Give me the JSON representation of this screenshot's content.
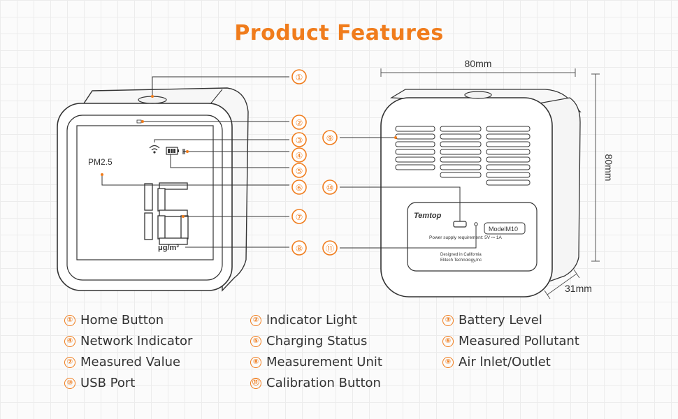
{
  "title": "Product Features",
  "colors": {
    "accent": "#f07c1c",
    "line": "#555555",
    "grid": "#ececec"
  },
  "device_front": {
    "pollutant_label": "PM2.5",
    "value": "16",
    "unit": "μg/m³"
  },
  "device_back": {
    "brand": "Temtop",
    "model": "ModelM10",
    "power_text": "Power supply requirement: 5V ⎓ 1A",
    "designed_line1": "Designed in California",
    "designed_line2": "Elitech Technology,Inc"
  },
  "dimensions": {
    "width": "80mm",
    "height": "80mm",
    "depth": "31mm"
  },
  "callouts_front": [
    "①",
    "②",
    "③",
    "④",
    "⑤",
    "⑥",
    "⑦",
    "⑧"
  ],
  "callouts_back": [
    "⑨",
    "⑩",
    "⑪"
  ],
  "legend": [
    {
      "num": "①",
      "label": "Home Button"
    },
    {
      "num": "②",
      "label": "lndicator Light"
    },
    {
      "num": "③",
      "label": "Battery Level"
    },
    {
      "num": "④",
      "label": "Network Indicator"
    },
    {
      "num": "⑤",
      "label": "Charging Status"
    },
    {
      "num": "⑥",
      "label": "Measured Pollutant"
    },
    {
      "num": "⑦",
      "label": "Measured Value"
    },
    {
      "num": "⑧",
      "label": "Measurement Unit"
    },
    {
      "num": "⑨",
      "label": "Air lnlet/Outlet"
    },
    {
      "num": "⑩",
      "label": "USB Port"
    },
    {
      "num": "⑪",
      "label": "Calibration Button"
    }
  ]
}
